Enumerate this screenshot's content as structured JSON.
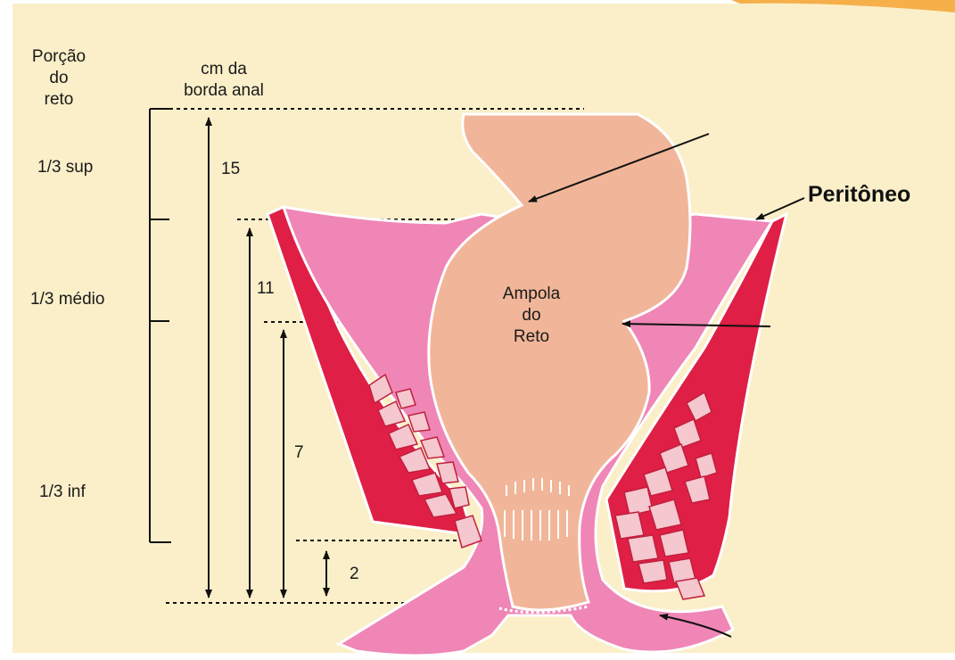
{
  "header": {
    "portion": [
      "Porção",
      "do",
      "reto"
    ],
    "distance": [
      "cm da",
      "borda anal"
    ]
  },
  "portions": {
    "superior": "1/3 sup",
    "middle": "1/3 médio",
    "inferior": "1/3 inf"
  },
  "distances": {
    "d15": "15",
    "d11": "11",
    "d7": "7",
    "d2": "2"
  },
  "anatomy": {
    "ampulla": [
      "Ampola",
      "do",
      "Reto"
    ],
    "peritoneum": "Peritôneo"
  },
  "colors": {
    "background": "#fbefc9",
    "rectum_lumen": "#f1b699",
    "rectal_wall": "#ef86b6",
    "muscle": "#df1f45",
    "outline": "#ffffff",
    "accent_corner": "#f5b04a"
  }
}
